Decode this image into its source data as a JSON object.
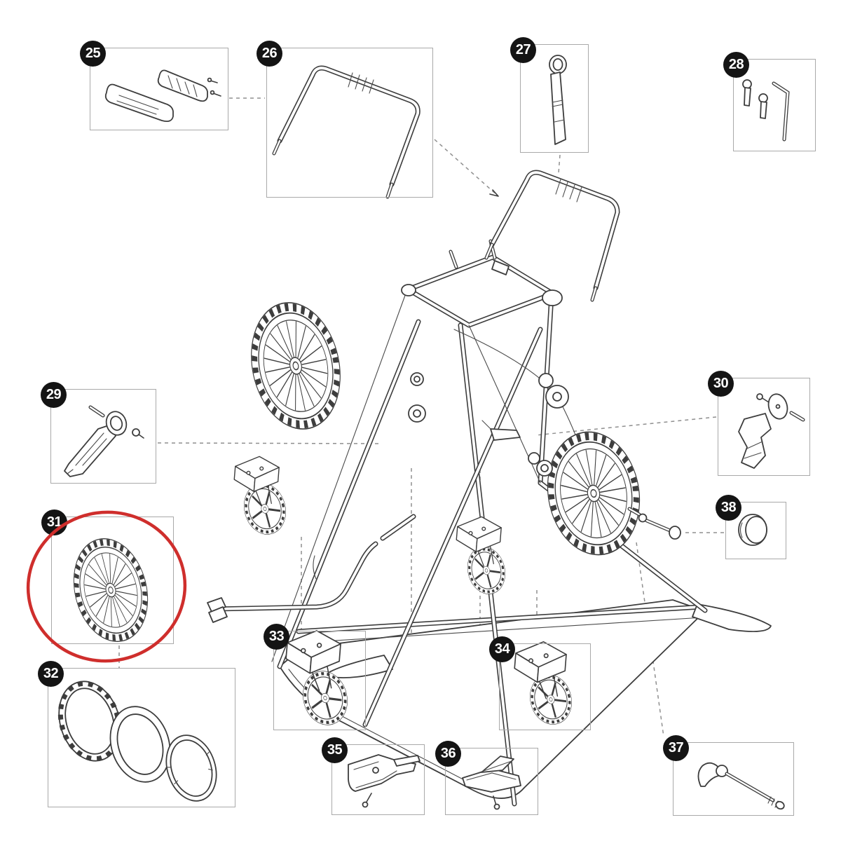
{
  "diagram": {
    "type": "exploded-parts-diagram",
    "highlighted_part_number": "31",
    "colors": {
      "background": "#ffffff",
      "line": "#3d3d3d",
      "box_border": "#a9a9a9",
      "badge_bg": "#141414",
      "badge_text": "#ffffff",
      "highlight_circle": "#cf2e2c",
      "connector": "#8f8f8f"
    },
    "parts": [
      {
        "number": "25"
      },
      {
        "number": "26"
      },
      {
        "number": "27"
      },
      {
        "number": "28"
      },
      {
        "number": "29"
      },
      {
        "number": "30"
      },
      {
        "number": "31"
      },
      {
        "number": "32"
      },
      {
        "number": "33"
      },
      {
        "number": "34"
      },
      {
        "number": "35"
      },
      {
        "number": "36"
      },
      {
        "number": "37"
      },
      {
        "number": "38"
      }
    ]
  }
}
